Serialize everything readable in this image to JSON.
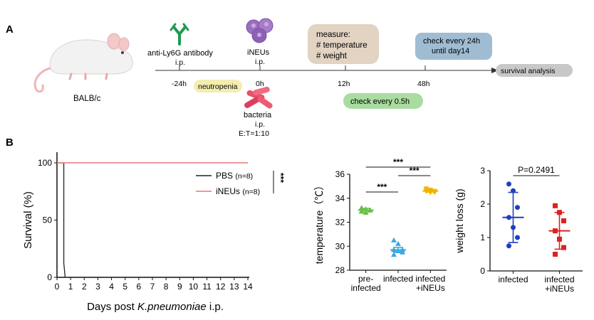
{
  "panel_a": {
    "label": "A",
    "mouse_label": "BALB/c",
    "antibody_line1": "anti-Ly6G antibody",
    "antibody_line2": "i.p.",
    "ineus_line1": "iNEUs",
    "ineus_line2": "i.p.",
    "measure_line1": "measure:",
    "measure_line2": "# temperature",
    "measure_line3": "# weight",
    "check24_line1": "check every 24h",
    "check24_line2": "until day14",
    "survival_analysis": "survival analysis",
    "tick_minus24": "-24h",
    "tick_0": "0h",
    "tick_12": "12h",
    "tick_48": "48h",
    "neutropenia": "neutropenia",
    "check05": "check every 0.5h",
    "bacteria_line1": "bacteria",
    "bacteria_line2": "i.p.",
    "bacteria_line3": "E:T=1:10"
  },
  "panel_b": {
    "label": "B"
  },
  "colors": {
    "pbs": "#222222",
    "ineus": "#e8767a",
    "preinfected": "#6abf4b",
    "infected": "#3aa8e0",
    "infected_ineus": "#f0b400",
    "weight_infected": "#1f3fbf",
    "weight_ineus": "#e02020",
    "neutropenia_box": "#f3eeb0",
    "check05_box": "#a9dca0",
    "measure_box": "#e2d3c3",
    "check24_box": "#9fbcd2",
    "survival_box": "#c8c8c8",
    "antibody": "#1e9a4e",
    "ineus_cells": "#9b6fc0",
    "bacteria": "#e8506a"
  },
  "icons": {
    "mouse": "mouse-illustration",
    "antibody": "antibody-icon",
    "cells": "ineu-cells-icon",
    "bacteria": "bacteria-icon"
  },
  "chart_data": [
    {
      "type": "line",
      "xlabel_prefix": "Days post ",
      "xlabel_italic": "K.pneumoniae",
      "xlabel_suffix": " i.p.",
      "ylabel": "Survival (%)",
      "xlim": [
        0,
        14
      ],
      "ylim": [
        0,
        100
      ],
      "xticks": [
        0,
        1,
        2,
        3,
        4,
        5,
        6,
        7,
        8,
        9,
        10,
        11,
        12,
        13,
        14
      ],
      "yticks": [
        0,
        50,
        100
      ],
      "series": [
        {
          "name": "PBS",
          "n_label": "(n=8)",
          "x": [
            0,
            0.5,
            0.5,
            0.6
          ],
          "y": [
            100,
            100,
            12.5,
            0
          ]
        },
        {
          "name": "iNEUs",
          "n_label": "(n=8)",
          "x": [
            0,
            14
          ],
          "y": [
            100,
            100
          ]
        }
      ],
      "significance": "***"
    },
    {
      "type": "scatter",
      "ylabel": "temperature（℃）",
      "ylim": [
        28,
        36
      ],
      "yticks": [
        28,
        30,
        32,
        34,
        36
      ],
      "categories": [
        "pre-\ninfected",
        "infected",
        "infected\n+iNEUs"
      ],
      "groups": [
        {
          "category": "pre-infected",
          "mean": 33.0,
          "sd": 0.15,
          "points": [
            33.2,
            33.1,
            33.0,
            32.9,
            32.8,
            33.0,
            32.9
          ]
        },
        {
          "category": "infected",
          "mean": 29.7,
          "sd": 0.2,
          "points": [
            30.5,
            30.2,
            29.7,
            29.7,
            29.6,
            29.5,
            29.3
          ]
        },
        {
          "category": "infected+iNEUs",
          "mean": 34.6,
          "sd": 0.1,
          "points": [
            34.8,
            34.7,
            34.6,
            34.6,
            34.5,
            34.5,
            34.6
          ]
        }
      ],
      "comparisons": [
        {
          "from": "pre-infected",
          "to": "infected",
          "label": "***"
        },
        {
          "from": "infected",
          "to": "infected+iNEUs",
          "label": "***"
        },
        {
          "from": "pre-infected",
          "to": "infected+iNEUs",
          "label": "***"
        }
      ]
    },
    {
      "type": "scatter",
      "ylabel": "weight loss (g)",
      "ylim": [
        0,
        3
      ],
      "yticks": [
        0,
        1,
        2,
        3
      ],
      "categories": [
        "infected",
        "infected\n+iNEUs"
      ],
      "groups": [
        {
          "category": "infected",
          "mean": 1.6,
          "sd": 0.75,
          "points": [
            2.6,
            2.4,
            1.9,
            1.6,
            1.3,
            1.0,
            0.75
          ]
        },
        {
          "category": "infected+iNEUs",
          "mean": 1.2,
          "sd": 0.55,
          "points": [
            1.95,
            1.75,
            1.5,
            1.2,
            0.95,
            0.7,
            0.5
          ]
        }
      ],
      "comparisons": [
        {
          "from": "infected",
          "to": "infected+iNEUs",
          "label": "P=0.2491"
        }
      ]
    }
  ]
}
